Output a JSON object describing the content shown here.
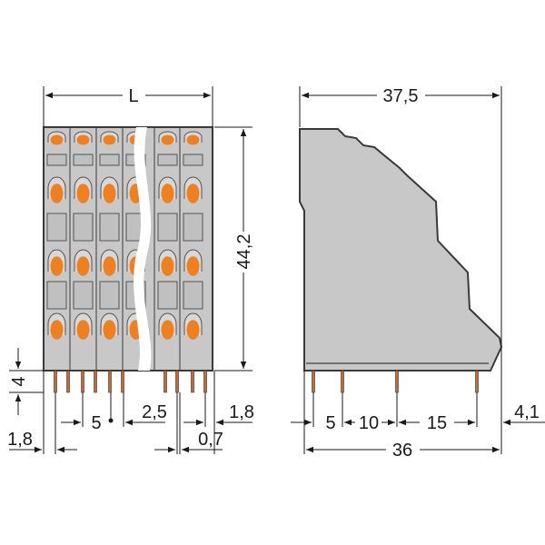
{
  "front_view": {
    "width_label": "L",
    "height_label": "44,2",
    "pin_length_label": "4",
    "pitch_label": "5",
    "offset_label": "2,5",
    "left_margin_label": "1,8",
    "right_margin_label": "1,8",
    "pin_width_label": "0,7"
  },
  "side_view": {
    "depth_label": "37,5",
    "pin_spacing_labels": [
      "5",
      "10",
      "15"
    ],
    "right_offset_label": "4,1",
    "base_length_label": "36"
  },
  "colors": {
    "body": "#c8c8c8",
    "outline": "#3a3a3a",
    "clamp": "#f07f1e",
    "pin": "#c9692a"
  }
}
